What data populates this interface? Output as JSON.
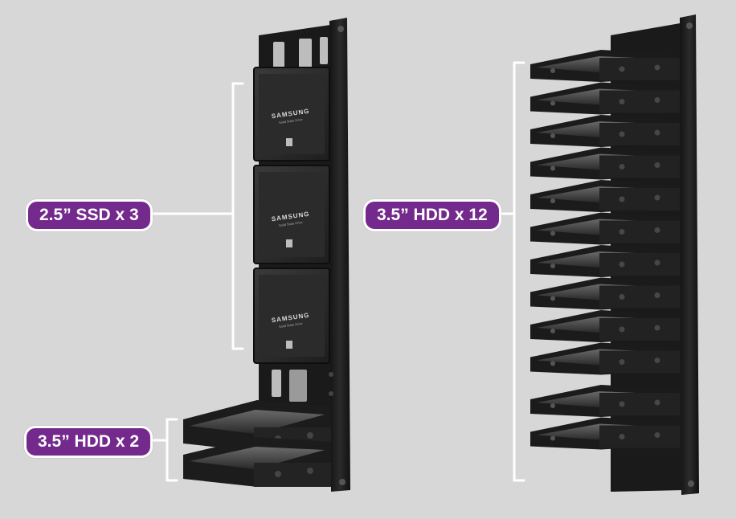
{
  "labels": {
    "ssd_left": "2.5” SSD x 3",
    "hdd_left": "3.5” HDD x 2",
    "hdd_right": "3.5” HDD x 12"
  },
  "ssd": {
    "brand": "SAMSUNG",
    "subtitle": "Solid State Drive"
  },
  "colors": {
    "background": "#d7d7d7",
    "badge": "#742a8c",
    "badge_border": "#ffffff",
    "bracket": "#ffffff",
    "metal": "#1c1c1c"
  },
  "counts": {
    "left_ssd": 3,
    "left_hdd": 2,
    "right_hdd": 12
  }
}
